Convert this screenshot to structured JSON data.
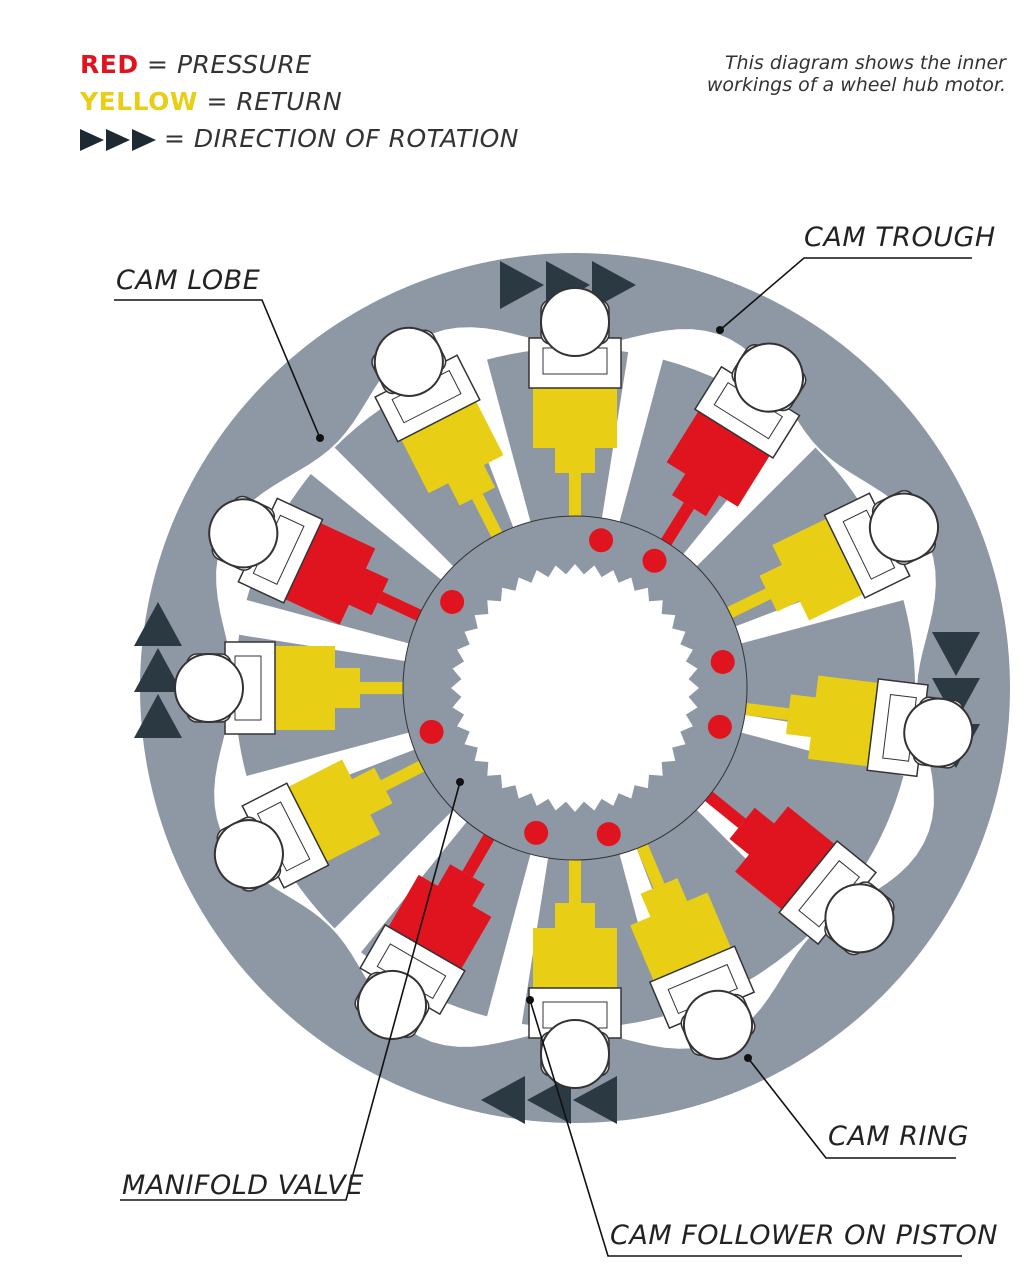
{
  "legend": {
    "red_key": "RED",
    "red_text": "= PRESSURE",
    "yellow_key": "YELLOW",
    "yellow_text": "= RETURN",
    "direction_text": "= DIRECTION OF ROTATION"
  },
  "note": "This diagram shows the inner workings of a wheel hub motor.",
  "callouts": {
    "cam_lobe": "CAM LOBE",
    "cam_trough": "CAM TROUGH",
    "cam_ring": "CAM RING",
    "manifold_valve": "MANIFOLD VALVE",
    "cam_follower": "CAM FOLLOWER ON PISTON"
  },
  "colors": {
    "pressure": "#e0141e",
    "return": "#e8cf15",
    "cam_ring": "#8e97a4",
    "arrow": "#2b3942",
    "follower": "#f4f4f4",
    "outline": "#333333"
  },
  "pistons": [
    {
      "id": 1,
      "angle_deg": -90,
      "state": "return"
    },
    {
      "id": 2,
      "angle_deg": -58,
      "state": "pressure"
    },
    {
      "id": 3,
      "angle_deg": -26,
      "state": "return"
    },
    {
      "id": 4,
      "angle_deg": 7,
      "state": "return"
    },
    {
      "id": 5,
      "angle_deg": 39,
      "state": "pressure"
    },
    {
      "id": 6,
      "angle_deg": 67,
      "state": "return"
    },
    {
      "id": 7,
      "angle_deg": 90,
      "state": "return"
    },
    {
      "id": 8,
      "angle_deg": 120,
      "state": "pressure"
    },
    {
      "id": 9,
      "angle_deg": 153,
      "state": "return"
    },
    {
      "id": 10,
      "angle_deg": 180,
      "state": "return"
    },
    {
      "id": 11,
      "angle_deg": 205,
      "state": "pressure"
    },
    {
      "id": 12,
      "angle_deg": 243,
      "state": "return"
    }
  ],
  "ports": [
    {
      "angle_deg": -80,
      "state": "pressure"
    },
    {
      "angle_deg": -58,
      "state": "pressure"
    },
    {
      "angle_deg": -10,
      "state": "pressure"
    },
    {
      "angle_deg": 15,
      "state": "pressure"
    },
    {
      "angle_deg": 77,
      "state": "pressure"
    },
    {
      "angle_deg": 105,
      "state": "pressure"
    },
    {
      "angle_deg": 163,
      "state": "pressure"
    },
    {
      "angle_deg": 215,
      "state": "pressure"
    }
  ]
}
